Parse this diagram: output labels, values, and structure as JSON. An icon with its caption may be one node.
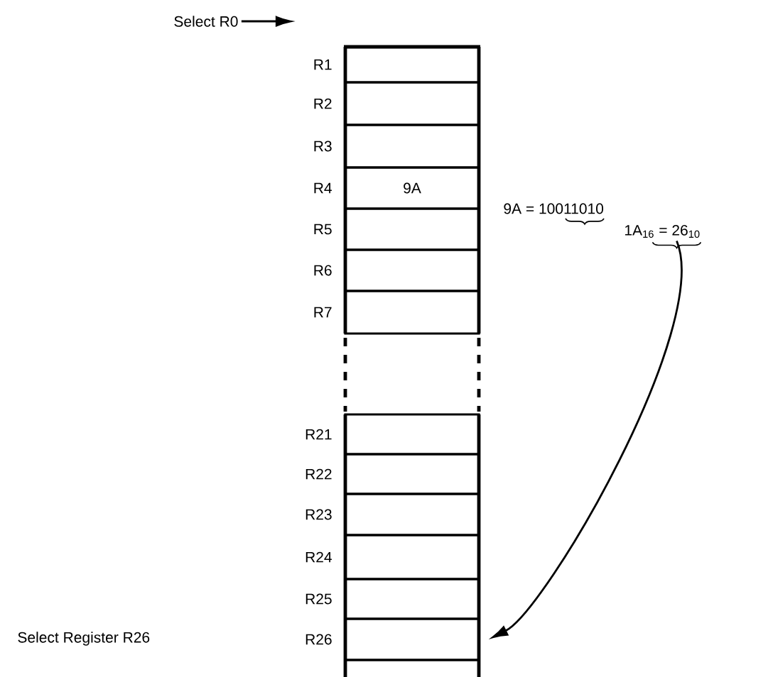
{
  "diagram": {
    "nodes": [
      {
        "text": [
          "Select R0"
        ]
      },
      {
        "text": [],
        "shape": "box",
        "beside": [
          "R1"
        ]
      },
      {
        "text": [],
        "shape": "box",
        "beside": [
          "R2"
        ]
      },
      {
        "text": [],
        "shape": "box",
        "beside": [
          "R3"
        ]
      },
      {
        "text": [
          "9A"
        ],
        "beside": [
          "R4"
        ]
      },
      {
        "text": [],
        "shape": "box",
        "beside": [
          "R5"
        ]
      },
      {
        "text": [],
        "shape": "box",
        "beside": [
          "R6"
        ]
      },
      {
        "text": [],
        "shape": "box",
        "beside": [
          "R7"
        ]
      },
      {
        "text": [],
        "shape": "box",
        "beside": [
          "R21"
        ]
      },
      {
        "text": [],
        "shape": "box",
        "beside": [
          "R22"
        ]
      },
      {
        "text": [],
        "shape": "box",
        "beside": [
          "R23"
        ]
      },
      {
        "text": [],
        "shape": "box",
        "beside": [
          "R24"
        ]
      },
      {
        "text": [],
        "shape": "box",
        "beside": [
          "R25"
        ]
      },
      {
        "text": [],
        "shape": "box",
        "beside": [
          "R26"
        ]
      },
      {
        "text": [
          "1A$_{16}$ = 26$_{10}$"
        ]
      }
    ],
    "edges": [
      {
        "from": 0,
        "to": null,
        "arrow": "to"
      },
      {
        "from": 14,
        "to": 13,
        "arrow": "to"
      }
    ],
    "labels": [
      "9A = 10011010",
      "Select Register R26"
    ]
  }
}
